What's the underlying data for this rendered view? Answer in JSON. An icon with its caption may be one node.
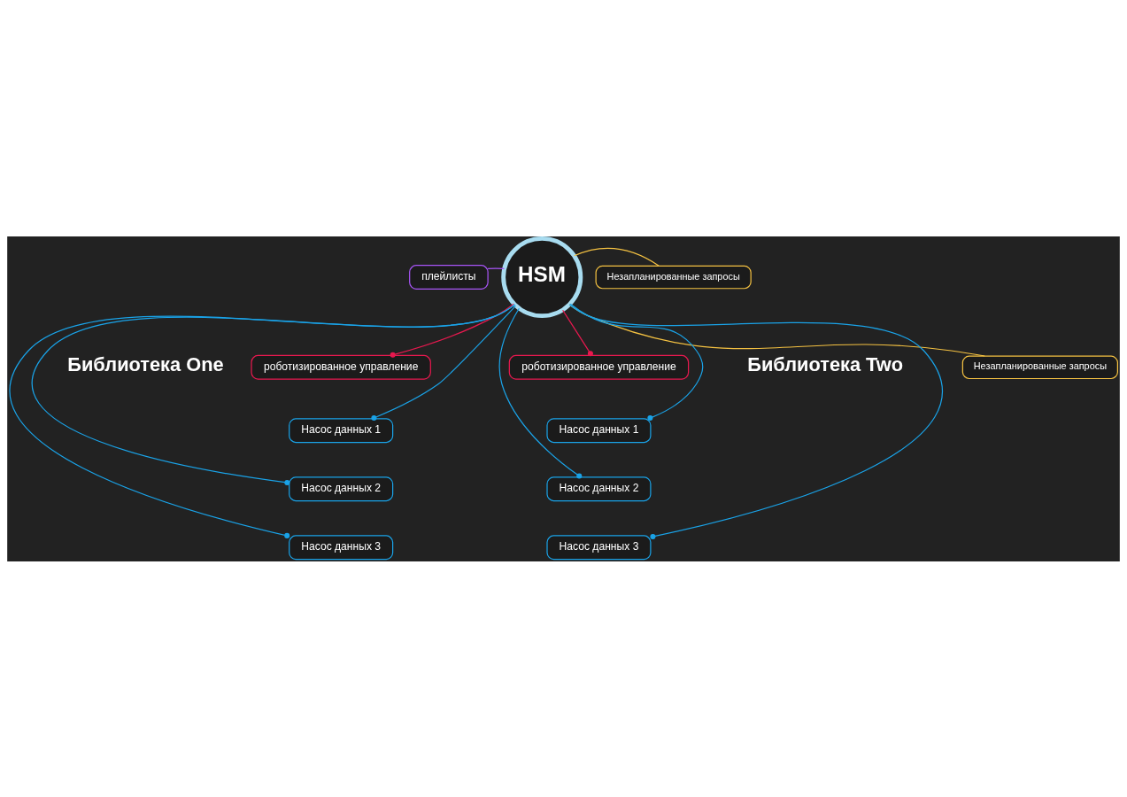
{
  "diagram": {
    "nodes": [
      {
        "text": [
          "плейлисты"
        ]
      },
      {
        "text": [
          "HSM"
        ]
      },
      {
        "text": [
          "Незапланированные запросы"
        ]
      },
      {
        "text": [
          "Незапланированные запросы"
        ]
      },
      {
        "text": [
          "роботизированное управление"
        ]
      },
      {
        "text": [
          "роботизированное управление"
        ]
      },
      {
        "text": [
          "Насос данных 1"
        ]
      },
      {
        "text": [
          "Насос данных 2"
        ]
      },
      {
        "text": [
          "Насос данных 3"
        ]
      },
      {
        "text": [
          "Насос данных 1"
        ]
      },
      {
        "text": [
          "Насос данных 2"
        ]
      },
      {
        "text": [
          "Насос данных 3"
        ]
      }
    ],
    "edges": [
      {
        "from": 0,
        "to": 1,
        "arrow": "none",
        "color": "#a855f7"
      },
      {
        "from": 1,
        "to": 2,
        "arrow": "none",
        "color": "#f5c242"
      },
      {
        "from": 1,
        "to": 3,
        "arrow": "none",
        "color": "#f5c242"
      },
      {
        "from": 1,
        "to": 4,
        "arrow": "other",
        "color": "#e8194f"
      },
      {
        "from": 1,
        "to": 5,
        "arrow": "other",
        "color": "#e8194f"
      },
      {
        "from": 1,
        "to": 6,
        "arrow": "other"
      },
      {
        "from": 1,
        "to": 7,
        "arrow": "other"
      },
      {
        "from": 1,
        "to": 8,
        "arrow": "other"
      },
      {
        "from": 1,
        "to": 9,
        "arrow": "other"
      },
      {
        "from": 1,
        "to": 10,
        "arrow": "other"
      },
      {
        "from": 1,
        "to": 11,
        "arrow": "other"
      }
    ],
    "labels": [
      "Библиотека One",
      "Библиотека Two"
    ]
  }
}
